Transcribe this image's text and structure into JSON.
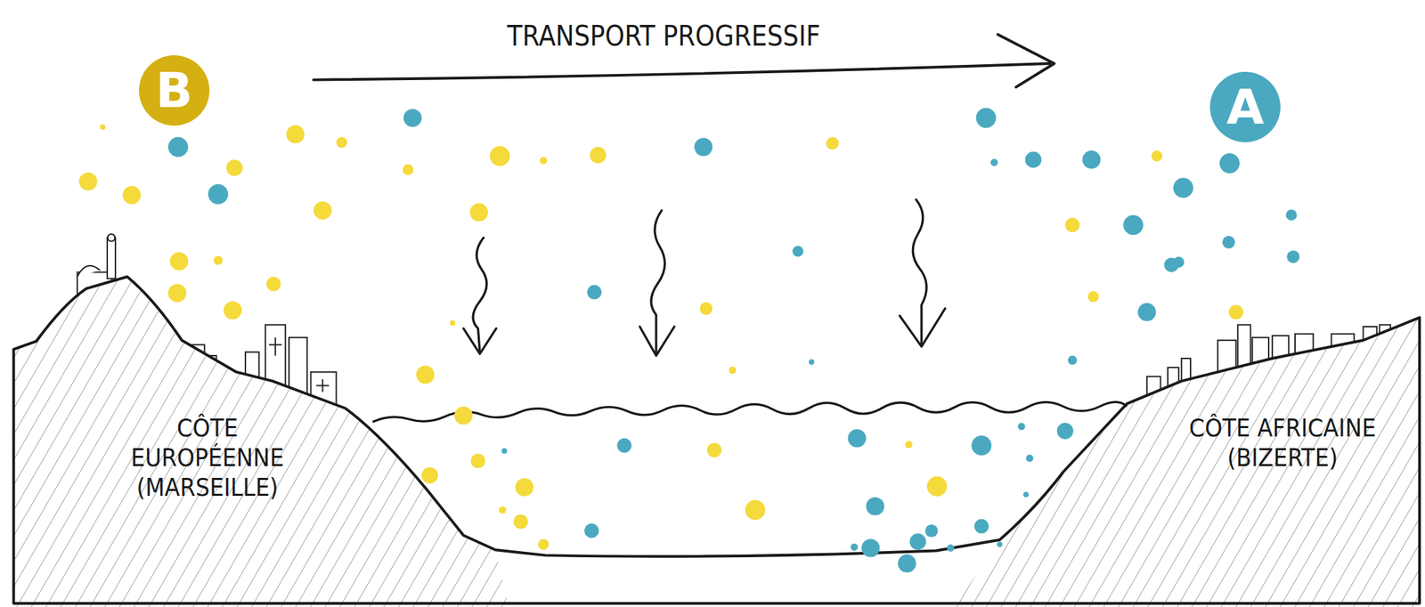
{
  "diagram": {
    "nodes": [
      {
        "text": [
          "B"
        ]
      },
      {
        "text": [
          "A"
        ]
      }
    ],
    "labels": [
      "TRANSPORT PROGRESSIF",
      "CÔTE EUROPÉENNE (MARSEILLE)",
      "CÔTE AFRICAINE (BIZERTE)"
    ]
  }
}
